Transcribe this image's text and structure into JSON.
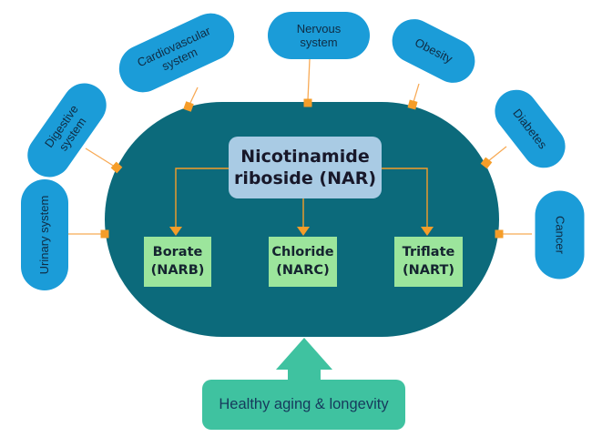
{
  "colors": {
    "pill_blue": "#1B9CD8",
    "pill_text": "#0F2C44",
    "center_teal": "#0C6A7B",
    "nar_box_bg": "#A9CBE4",
    "nar_text": "#18182A",
    "salt_box_bg": "#9CE59C",
    "salt_text": "#152430",
    "connector_orange": "#F59D29",
    "connector_line": "#F8AA55",
    "bottom_green": "#3FC2A0",
    "bottom_text": "#163A5C"
  },
  "nar": {
    "label": "Nicotinamide riboside (NAR)"
  },
  "salts": [
    {
      "label": "Borate (NARB)"
    },
    {
      "label": "Chloride (NARC)"
    },
    {
      "label": "Triflate (NART)"
    }
  ],
  "factors": [
    {
      "label": "Cardiovascular system"
    },
    {
      "label": "Digestive system"
    },
    {
      "label": "Urinary system"
    },
    {
      "label": "Nervous system"
    },
    {
      "label": "Obesity"
    },
    {
      "label": "Diabetes"
    },
    {
      "label": "Cancer"
    }
  ],
  "bottom": {
    "label": "Healthy aging & longevity"
  }
}
